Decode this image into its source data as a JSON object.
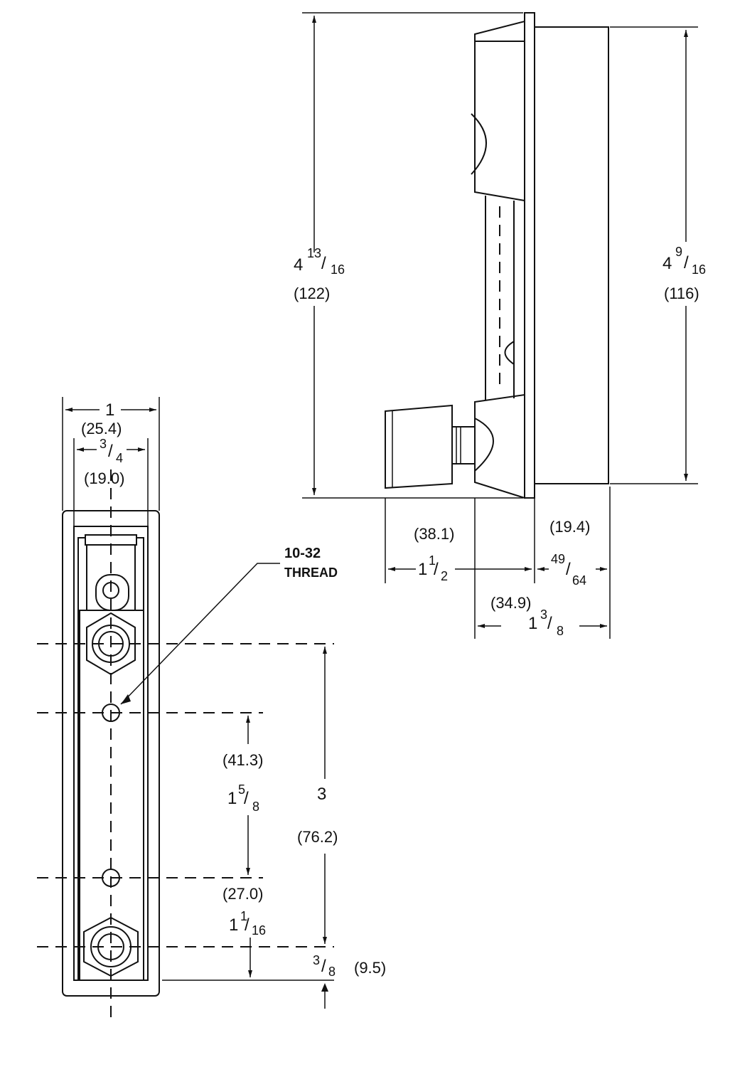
{
  "side_view": {
    "overall_height": {
      "whole": "4",
      "num": "13",
      "den": "16",
      "mm": "(122)"
    },
    "body_height": {
      "whole": "4",
      "num": "9",
      "den": "16",
      "mm": "(116)"
    },
    "fitting_depth": {
      "whole": "1",
      "num": "1",
      "den": "2",
      "mm": "(38.1)"
    },
    "rear_depth": {
      "num": "49",
      "den": "64",
      "mm": "(19.4)"
    },
    "body_depth": {
      "whole": "1",
      "num": "3",
      "den": "8",
      "mm": "(34.9)"
    }
  },
  "front_view": {
    "overall_width": {
      "value": "1",
      "mm": "(25.4)"
    },
    "inner_width": {
      "num": "3",
      "den": "4",
      "mm": "(19.0)"
    },
    "thread_callout": {
      "size": "10-32",
      "label": "THREAD"
    },
    "port_spacing": {
      "value": "3",
      "mm": "(76.2)"
    },
    "mount_spacing": {
      "whole": "1",
      "num": "5",
      "den": "8",
      "mm": "(41.3)"
    },
    "lower_offset": {
      "whole": "1",
      "num": "1",
      "den": "16",
      "mm": "(27.0)"
    },
    "bottom_offset": {
      "num": "3",
      "den": "8",
      "mm": "(9.5)"
    }
  }
}
